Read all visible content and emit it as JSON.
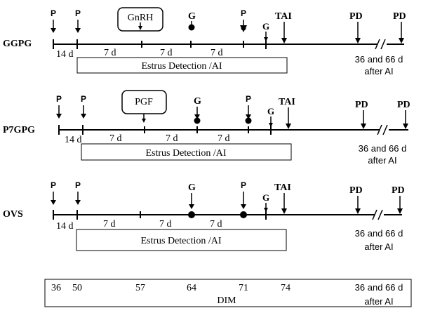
{
  "protocols": [
    {
      "name": "GGPG",
      "day_labels": [
        "14 d",
        "7 d",
        "7 d",
        "7 d"
      ],
      "box_label": "GnRH",
      "estrus_label": "Estrus Detection /AI",
      "followup_line1": "36 and 66 d",
      "followup_line2": "after AI",
      "markers": [
        {
          "label": "P",
          "type": "arrow"
        },
        {
          "label": "P",
          "type": "arrow"
        },
        {
          "label": "",
          "type": "arrow"
        },
        {
          "label": "G",
          "type": "dot"
        },
        {
          "label": "P",
          "type": "arrow-dot"
        },
        {
          "label": "G",
          "type": "arrow"
        },
        {
          "label": "TAI",
          "type": "arrow"
        },
        {
          "label": "PD",
          "type": "arrow"
        },
        {
          "label": "PD",
          "type": "arrow"
        }
      ]
    },
    {
      "name": "P7GPG",
      "day_labels": [
        "14 d",
        "7 d",
        "7 d",
        "7 d"
      ],
      "box_label": "PGF",
      "estrus_label": "Estrus Detection /AI",
      "followup_line1": "36 and 66 d",
      "followup_line2": "after AI",
      "markers": [
        {
          "label": "P",
          "type": "arrow"
        },
        {
          "label": "P",
          "type": "arrow"
        },
        {
          "label": "",
          "type": "arrow"
        },
        {
          "label": "G",
          "type": "arrow-dot"
        },
        {
          "label": "P",
          "type": "arrow-dot"
        },
        {
          "label": "G",
          "type": "arrow"
        },
        {
          "label": "TAI",
          "type": "arrow"
        },
        {
          "label": "PD",
          "type": "arrow"
        },
        {
          "label": "PD",
          "type": "arrow"
        }
      ]
    },
    {
      "name": "OVS",
      "day_labels": [
        "14 d",
        "7 d",
        "7 d",
        "7 d"
      ],
      "box_label": "",
      "estrus_label": "Estrus Detection /AI",
      "followup_line1": "36 and 66 d",
      "followup_line2": "after AI",
      "markers": [
        {
          "label": "P",
          "type": "arrow"
        },
        {
          "label": "P",
          "type": "arrow"
        },
        {
          "label": "G",
          "type": "arrow-dot"
        },
        {
          "label": "P",
          "type": "arrow-dot"
        },
        {
          "label": "G",
          "type": "arrow"
        },
        {
          "label": "TAI",
          "type": "arrow"
        },
        {
          "label": "PD",
          "type": "arrow"
        },
        {
          "label": "PD",
          "type": "arrow"
        }
      ]
    }
  ],
  "dim_scale": {
    "values": [
      "36",
      "50",
      "57",
      "64",
      "71",
      "74"
    ],
    "followup_line1": "36 and 66 d",
    "followup_line2": "after AI",
    "label": "DIM"
  }
}
